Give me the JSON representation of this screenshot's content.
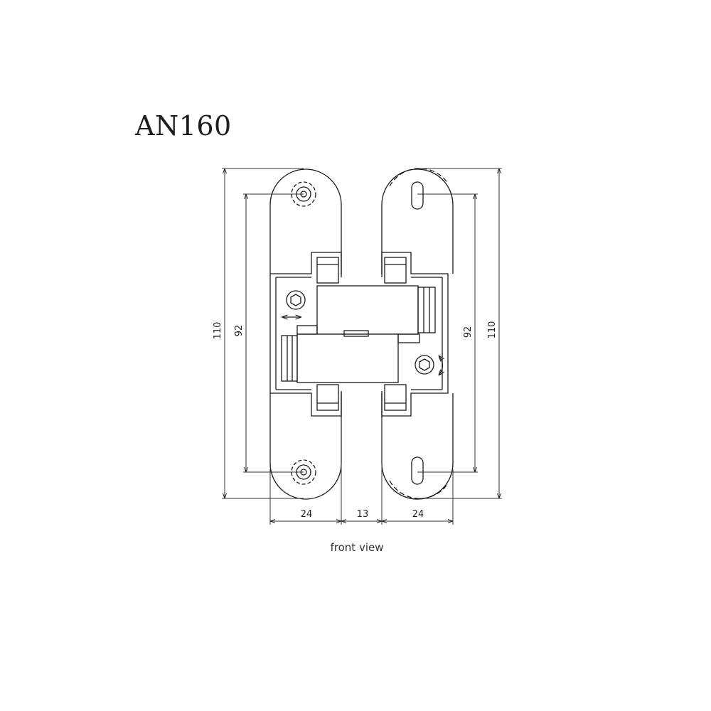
{
  "title": "AN160",
  "caption": "front view",
  "dimensions": {
    "height_outer_left": "110",
    "height_mount_left": "92",
    "height_mount_right": "92",
    "height_outer_right": "110",
    "width_left_plate": "24",
    "width_gap": "13",
    "width_right_plate": "24"
  },
  "colors": {
    "line": "#1a1a1a",
    "background": "#ffffff"
  }
}
